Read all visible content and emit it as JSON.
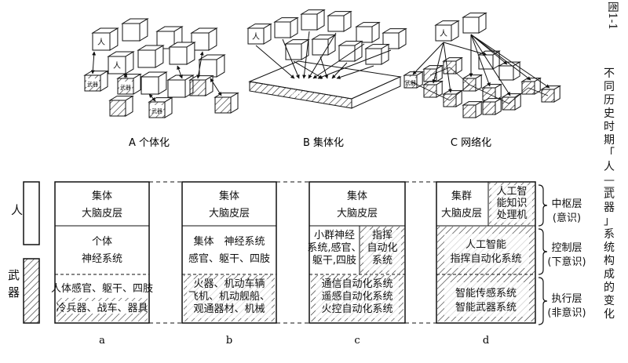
{
  "figure": {
    "number": "图1-1",
    "title": "不同历史时期「人——武器」系统构成的变化"
  },
  "top_panels": [
    {
      "label": "A 个体化"
    },
    {
      "label": "B 集体化"
    },
    {
      "label": "C 网络化"
    }
  ],
  "cube_labels": {
    "person": "人",
    "weapon": "武器"
  },
  "legend": {
    "person": "人",
    "weapon": "武器"
  },
  "columns": [
    {
      "letter": "a",
      "top": [
        "集体",
        "大脑皮层"
      ],
      "mid": [
        "个体",
        "神经系统"
      ],
      "bot": [
        "人体感官、躯干、四肢",
        "冷兵器、战车、器具"
      ]
    },
    {
      "letter": "b",
      "top": [
        "集体",
        "大脑皮层"
      ],
      "mid": [
        "集体　神经系统",
        "感官、躯干、四肢"
      ],
      "bot": [
        "火器、机动车辆",
        "飞机、机动舰船、",
        "观通器材、机械"
      ]
    },
    {
      "letter": "c",
      "top": [
        "集体",
        "大脑皮层"
      ],
      "mid_left": [
        "小群神经",
        "系统,感官、",
        "躯干,四肢"
      ],
      "mid_right": [
        "指挥",
        "自动化",
        "系统"
      ],
      "bot": [
        "通信自动化系统",
        "遥感自动化系统",
        "火控自动化系统"
      ]
    },
    {
      "letter": "d",
      "top_left": [
        "集群",
        "大脑皮层"
      ],
      "top_right": [
        "人工智",
        "能知识",
        "处理机"
      ],
      "mid": [
        "人工智能",
        "指挥自动化系统"
      ],
      "bot": [
        "智能传感系统",
        "智能武器系统"
      ]
    }
  ],
  "layers": [
    {
      "name": "中枢层",
      "note": "(意识)"
    },
    {
      "name": "控制层",
      "note": "(下意识)"
    },
    {
      "name": "执行层",
      "note": "(非意识)"
    }
  ]
}
